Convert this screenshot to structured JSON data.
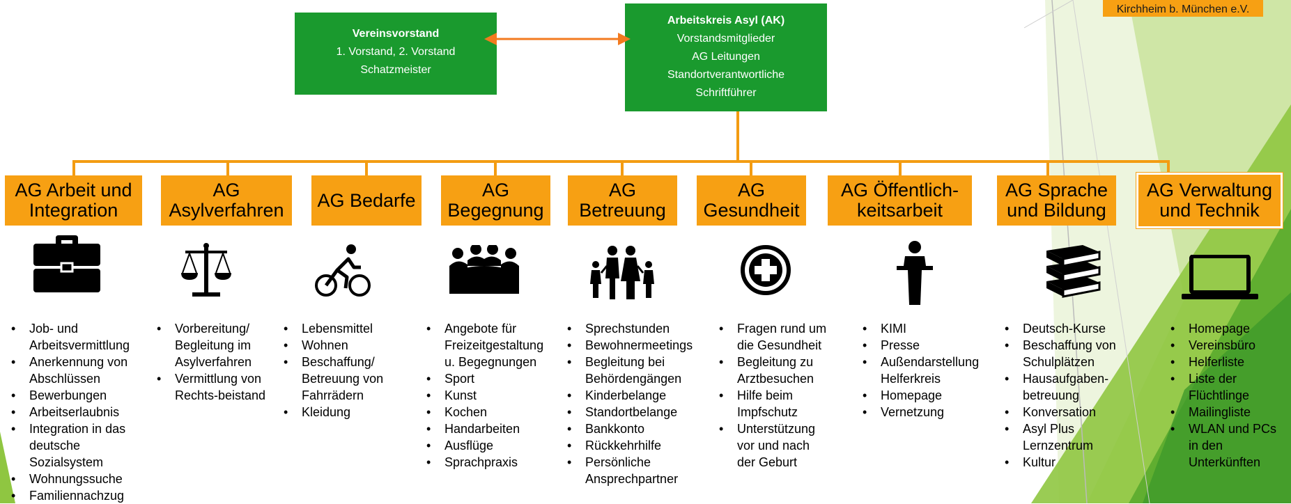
{
  "logo": {
    "text": "Kirchheim b. München e.V."
  },
  "board": {
    "title": "Vereinsvorstand",
    "lines": [
      "1. Vorstand, 2. Vorstand",
      "Schatzmeister"
    ]
  },
  "ak": {
    "title": "Arbeitskreis Asyl (AK)",
    "lines": [
      "Vorstandsmitglieder",
      "AG Leitungen",
      "Standortverantwortliche",
      "Schriftführer"
    ]
  },
  "groups": [
    {
      "name_l1": "AG Arbeit und",
      "name_l2": "Integration",
      "icon": "briefcase-icon",
      "items": [
        "Job- und Arbeitsvermittlung",
        "Anerkennung von Abschlüssen",
        "Bewerbungen",
        "Arbeitserlaubnis",
        "Integration in das deutsche Sozialsystem",
        "Wohnungssuche",
        "Familiennachzug"
      ]
    },
    {
      "name_l1": "AG",
      "name_l2": "Asylverfahren",
      "icon": "scales-icon",
      "items": [
        "Vorbereitung/ Begleitung im Asylverfahren",
        "Vermittlung von Rechts-beistand"
      ]
    },
    {
      "name_l1": "AG Bedarfe",
      "name_l2": "",
      "icon": "bicycle-icon",
      "items": [
        "Lebensmittel",
        "Wohnen",
        "Beschaffung/ Betreuung von Fahrrädern",
        "Kleidung"
      ]
    },
    {
      "name_l1": "AG",
      "name_l2": "Begegnung",
      "icon": "meeting-icon",
      "items": [
        "Angebote für Freizeitgestaltung u. Begegnungen",
        "Sport",
        "Kunst",
        "Kochen",
        "Handarbeiten",
        "Ausflüge",
        "Sprachpraxis"
      ]
    },
    {
      "name_l1": "AG",
      "name_l2": "Betreuung",
      "icon": "family-icon",
      "items": [
        "Sprechstunden",
        "Bewohnermeetings",
        "Begleitung bei Behördengängen",
        "Kinderbelange",
        "Standortbelange",
        "Bankkonto",
        "Rückkehrhilfe",
        "Persönliche Ansprechpartner"
      ]
    },
    {
      "name_l1": "AG",
      "name_l2": "Gesundheit",
      "icon": "medical-cross-icon",
      "items": [
        "Fragen rund um die Gesundheit",
        "Begleitung zu Arztbesuchen",
        "Hilfe beim Impfschutz",
        "Unterstützung vor und nach der Geburt"
      ]
    },
    {
      "name_l1": "AG Öffentlich-",
      "name_l2": "keitsarbeit",
      "icon": "speaker-podium-icon",
      "items": [
        "KIMI",
        "Presse",
        "Außendarstellung Helferkreis",
        "Homepage",
        "Vernetzung"
      ]
    },
    {
      "name_l1": "AG Sprache",
      "name_l2": "und Bildung",
      "icon": "books-icon",
      "items": [
        "Deutsch-Kurse",
        "Beschaffung von Schulplätzen",
        "Hausaufgaben-betreuung",
        "Konversation",
        "Asyl Plus Lernzentrum",
        "Kultur"
      ]
    },
    {
      "name_l1": "AG Verwaltung",
      "name_l2": "und Technik",
      "icon": "laptop-icon",
      "items": [
        "Homepage",
        "Vereinsbüro",
        "Helferliste",
        "Liste der Flüchtlinge",
        "Mailingliste",
        "WLAN und PCs in den Unterkünften"
      ]
    }
  ]
}
